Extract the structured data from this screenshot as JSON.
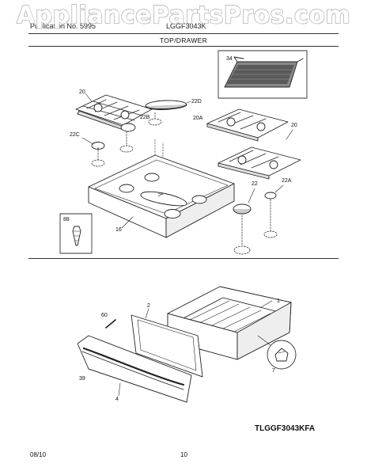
{
  "watermark": "AppliancePartsPros.com",
  "header": {
    "left": "Publication No. 5995",
    "right": "LGGF3043K"
  },
  "section_title": "TOP/DRAWER",
  "callouts": {
    "grate_left": "20",
    "burner_cap_center": "22D",
    "cap_22b": "22B",
    "grate_20a": "20A",
    "grate_right": "20",
    "cap_22c": "22C",
    "griddle": "34",
    "inset_part": "88",
    "cooktop": "16",
    "cap_22": "22",
    "cap_22a": "22A",
    "drawer_body": "1",
    "drawer_panel": "2",
    "screw": "60",
    "handle": "39",
    "drawer_front": "4",
    "glide": "7"
  },
  "model_number": "TLGGF3043KFA",
  "footer": {
    "date": "08/10",
    "page": "10"
  }
}
